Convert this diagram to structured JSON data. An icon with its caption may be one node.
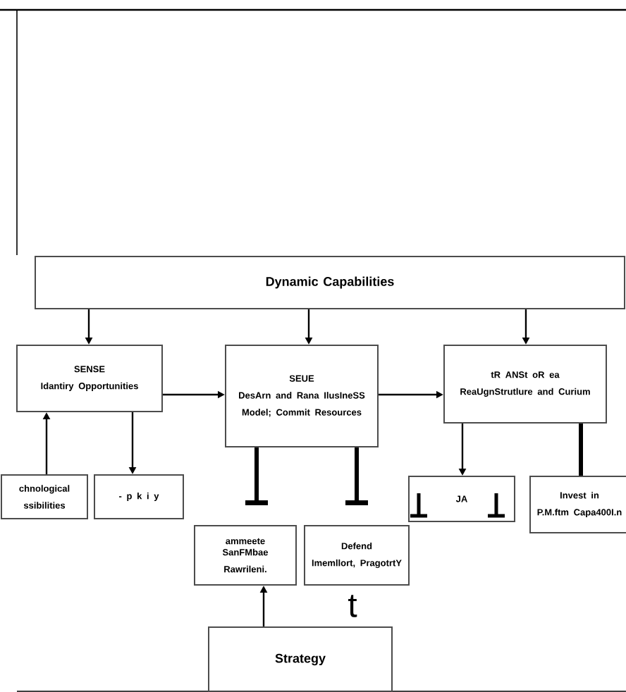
{
  "diagram": {
    "nodes": [
      {
        "text": [
          "Dynamic Capabilities"
        ]
      },
      {
        "text": [
          "SENSE",
          "Idantiry Opportunities"
        ]
      },
      {
        "text": [
          "SEUE",
          "DesArn and Rana IlusIneSS Model; Commit Resources"
        ]
      },
      {
        "text": [
          "tR ANSt oR ea",
          "ReaUgnStrutlure and Curium"
        ]
      },
      {
        "text": [
          "chnological ssibilities"
        ]
      },
      {
        "text": [
          "- p k i y"
        ]
      },
      {
        "text": [
          "JA"
        ]
      },
      {
        "text": [
          "Invest in",
          "P.M.ftm Capa400I.n"
        ]
      },
      {
        "text": [
          "ammeete",
          "SanFMbae",
          "Rawrileni."
        ]
      },
      {
        "text": [
          "Defend",
          "Imemllort, PragotrtY"
        ]
      },
      {
        "text": [
          "Strategy"
        ]
      }
    ],
    "edges": [
      {
        "from": 0,
        "to": 1,
        "arrow": "to"
      },
      {
        "from": 0,
        "to": 2,
        "arrow": "to"
      },
      {
        "from": 0,
        "to": 3,
        "arrow": "to"
      },
      {
        "from": 1,
        "to": 2,
        "arrow": "to"
      },
      {
        "from": 2,
        "to": 3,
        "arrow": "to"
      },
      {
        "from": 4,
        "to": 1,
        "arrow": "to"
      },
      {
        "from": 1,
        "to": 5,
        "arrow": "to"
      },
      {
        "from": 2,
        "to": 8,
        "arrow": "other",
        "style": "thick"
      },
      {
        "from": 2,
        "to": 9,
        "arrow": "other",
        "style": "thick"
      },
      {
        "from": 3,
        "to": 6,
        "arrow": "to"
      },
      {
        "from": 3,
        "to": 7,
        "arrow": "none",
        "style": "thick"
      },
      {
        "from": 10,
        "to": 8,
        "arrow": "to"
      }
    ],
    "labels": [
      "t"
    ]
  }
}
